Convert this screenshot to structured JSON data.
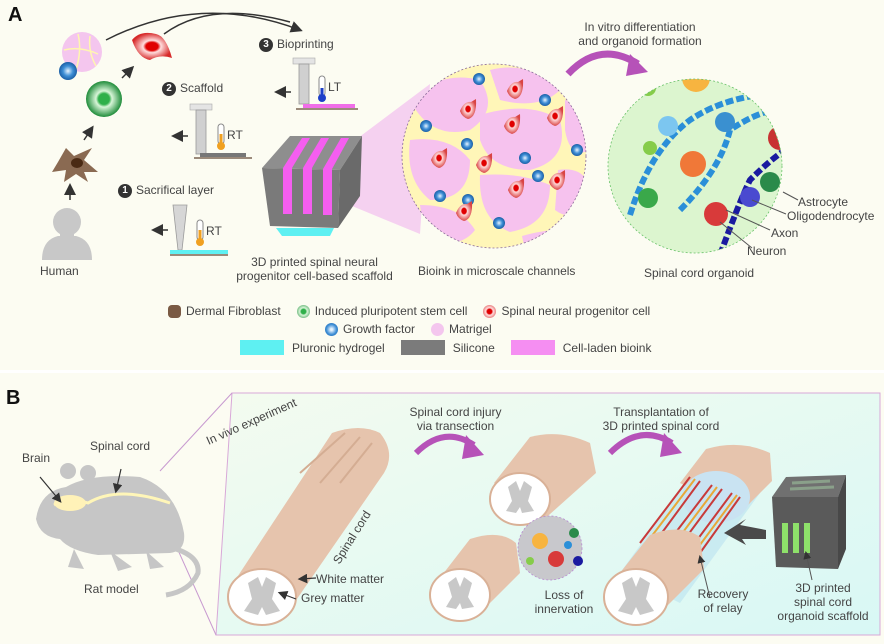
{
  "panel_a": {
    "letter": "A",
    "human_label": "Human",
    "steps": [
      {
        "number": "1",
        "label": "Sacrifical layer",
        "temp": "RT"
      },
      {
        "number": "2",
        "label": "Scaffold",
        "temp": "RT"
      },
      {
        "number": "3",
        "label": "Bioprinting",
        "temp": "LT"
      }
    ],
    "scaffold_caption_line1": "3D printed spinal neural",
    "scaffold_caption_line2": "progenitor cell-based scaffold",
    "bioink_caption": "Bioink in microscale channels",
    "differentiation_line1": "In vitro differentiation",
    "differentiation_line2": "and organoid formation",
    "organoid_caption": "Spinal cord organoid",
    "organoid_labels": {
      "astrocyte": "Astrocyte",
      "oligodendrocyte": "Oligodendrocyte",
      "axon": "Axon",
      "neuron": "Neuron"
    },
    "legend": {
      "row1": [
        {
          "icon": "dermal-fibroblast-icon",
          "label": "Dermal Fibroblast",
          "color": "#7a5a44"
        },
        {
          "icon": "ipsc-icon",
          "label": "Induced pluripotent stem cell",
          "color": "#2fa04a"
        },
        {
          "icon": "spinal-neural-progenitor-icon",
          "label": "Spinal neural progenitor cell",
          "color": "#e02828"
        }
      ],
      "row2": [
        {
          "icon": "growth-factor-icon",
          "label": "Growth factor",
          "color": "#1f6fb8"
        },
        {
          "icon": "matrigel-icon",
          "label": "Matrigel",
          "color": "#f4c6ee"
        }
      ],
      "row3": [
        {
          "label": "Pluronic hydrogel",
          "color": "#5ef0f2"
        },
        {
          "label": "Silicone",
          "color": "#7b7b7b"
        },
        {
          "label": "Cell-laden bioink",
          "color": "#f58ef2"
        }
      ]
    }
  },
  "panel_b": {
    "letter": "B",
    "rat_labels": {
      "brain": "Brain",
      "spinal_cord": "Spinal cord",
      "rat_model": "Rat model"
    },
    "in_vivo_label": "In vivo experiment",
    "cord_label": "Spinal cord",
    "white_matter": "White matter",
    "grey_matter": "Grey matter",
    "injury_line1": "Spinal cord injury",
    "injury_line2": "via transection",
    "loss_line1": "Loss of",
    "loss_line2": "innervation",
    "transplant_line1": "Transplantation of",
    "transplant_line2": "3D printed spinal cord",
    "recovery_line1": "Recovery",
    "recovery_line2": "of relay",
    "scaffold_line1": "3D printed",
    "scaffold_line2": "spinal cord",
    "scaffold_line3": "organoid scaffold"
  },
  "colors": {
    "background": "#fcfcf2",
    "accent_arrow": "#b652b8",
    "bioink_pink": "#f6c2ee",
    "organoid_green": "#dcf5cf",
    "cord_tan": "#e6c4ad",
    "box_cyan": "#e3fbf3"
  }
}
